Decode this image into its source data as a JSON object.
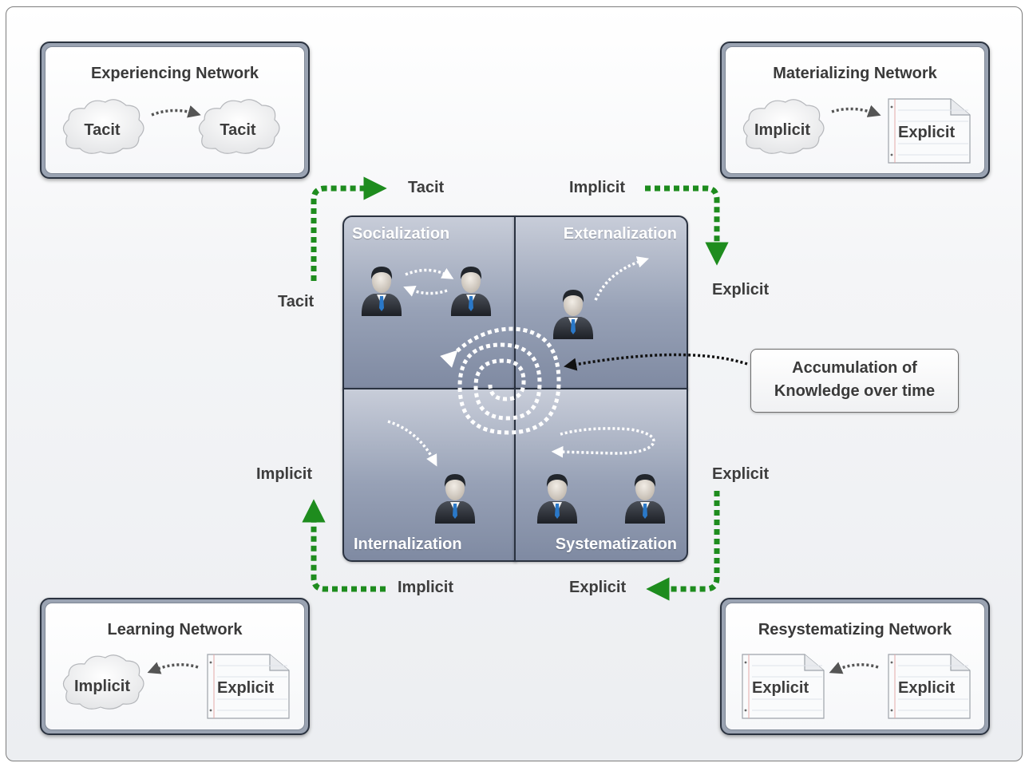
{
  "networks": {
    "experiencing": {
      "title": "Experiencing Network",
      "left_item": "Tacit",
      "right_item": "Tacit"
    },
    "materializing": {
      "title": "Materializing Network",
      "left_item": "Implicit",
      "right_item": "Explicit"
    },
    "learning": {
      "title": "Learning Network",
      "left_item": "Implicit",
      "right_item": "Explicit"
    },
    "resystematizing": {
      "title": "Resystematizing Network",
      "left_item": "Explicit",
      "right_item": "Explicit"
    }
  },
  "quadrants": {
    "socialization": "Socialization",
    "externalization": "Externalization",
    "internalization": "Internalization",
    "systematization": "Systematization"
  },
  "flow_labels": {
    "top_left_start": "Tacit",
    "top_left_end": "Tacit",
    "top_right_start": "Implicit",
    "top_right_end": "Explicit",
    "bottom_right_start": "Explicit",
    "bottom_right_end": "Explicit",
    "bottom_left_start": "Implicit",
    "bottom_left_end": "Implicit"
  },
  "callout": {
    "line1": "Accumulation of",
    "line2": "Knowledge over time"
  },
  "colors": {
    "flow_arrow": "#1e8c1e",
    "frame": "#2b3340",
    "quadrant_fill": "#97a1b6"
  },
  "icons": [
    "person-icon",
    "cloud-icon",
    "document-icon",
    "spiral-icon"
  ]
}
